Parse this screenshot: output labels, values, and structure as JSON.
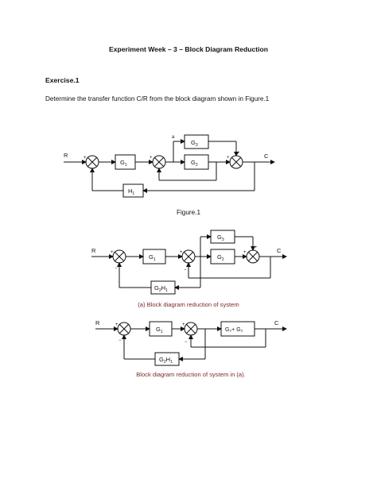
{
  "document": {
    "title": "Experiment Week – 3 – Block Diagram Reduction",
    "exercise_heading": "Exercise.1",
    "instruction": "Determine the transfer function C/R from the block diagram shown in Figure.1",
    "figure_caption": "Figure.1"
  },
  "figure1": {
    "input": "R",
    "output": "C",
    "node_a": "a",
    "blocks": {
      "g1": "G",
      "g1_sub": "1",
      "g2": "G",
      "g2_sub": "2",
      "g3": "G",
      "g3_sub": "3",
      "h1": "H",
      "h1_sub": "1"
    }
  },
  "diagram_a": {
    "input": "R",
    "output": "C",
    "blocks": {
      "g1": "G",
      "g1_sub": "1",
      "g2": "G",
      "g2_sub": "2",
      "g3": "G",
      "g3_sub": "3",
      "gh": "G",
      "gh_sub": "2",
      "gh2": "H",
      "gh2_sub": "1"
    },
    "caption": "(a) Block diagram reduction of system"
  },
  "diagram_b": {
    "input": "R",
    "output": "C",
    "blocks": {
      "g1": "G",
      "g1_sub": "1",
      "sum_block": "G₂+ G₃",
      "gh": "G",
      "gh_sub": "2",
      "gh2": "H",
      "gh2_sub": "1"
    },
    "caption": "Block diagram reduction of system in (a)."
  },
  "colors": {
    "caption": "#7a2a2a",
    "line": "#111111"
  }
}
